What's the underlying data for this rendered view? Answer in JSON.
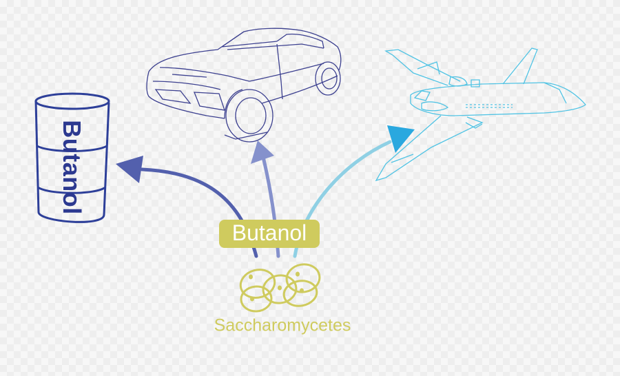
{
  "barrel": {
    "label": "Butanol",
    "label_color": "#2c3990",
    "stroke_color": "#2d3f99"
  },
  "badge": {
    "label": "Butanol",
    "bg_color": "#cfcb5e"
  },
  "organism": {
    "label": "Saccharomycetes",
    "color": "#cfcb5e"
  },
  "arrows": [
    {
      "target": "barrel",
      "color": "#5360ad"
    },
    {
      "target": "car",
      "color": "#8591cc"
    },
    {
      "target": "airplane",
      "color": "#8fd0e4"
    }
  ],
  "illustrations": {
    "barrel_icon": "barrel-icon",
    "car_icon": "car-icon",
    "airplane_icon": "airplane-icon",
    "yeast_icon": "yeast-cells-icon",
    "car_color": "#3b3f8f",
    "airplane_color": "#4fc3e4",
    "airplane_arrow_color": "#2aa8df"
  }
}
